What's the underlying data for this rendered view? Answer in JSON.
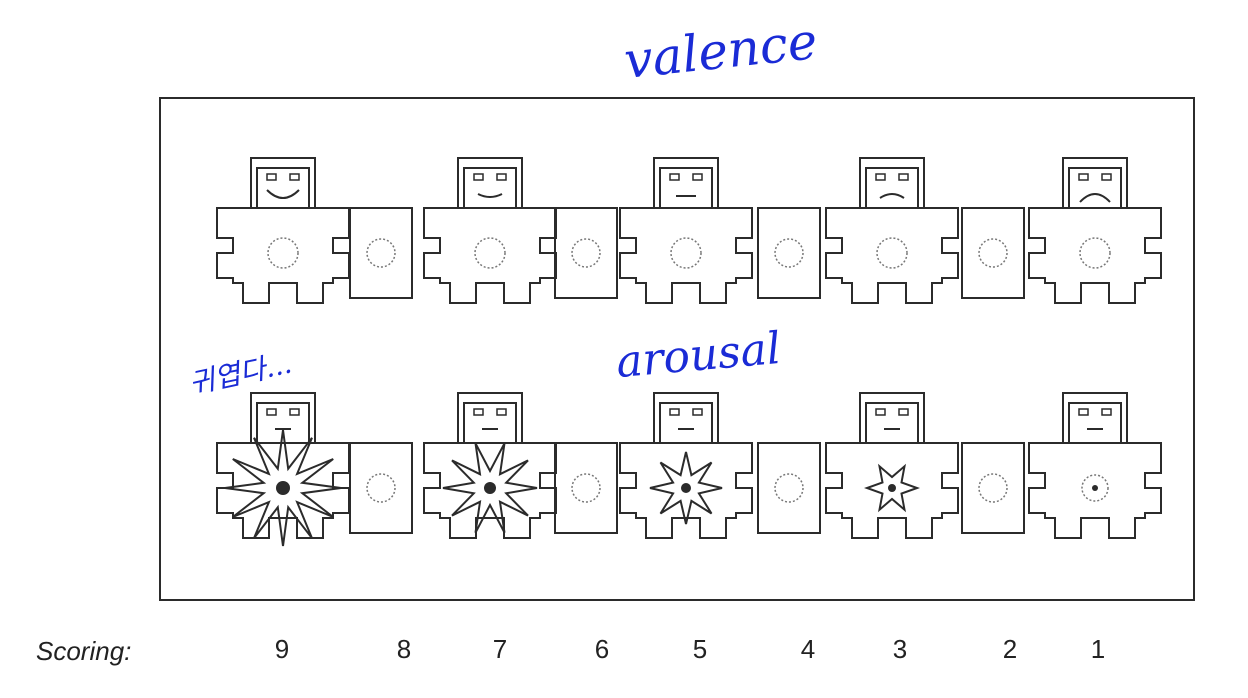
{
  "annotations": {
    "valence": "valence",
    "arousal": "arousal",
    "note": "귀엽다..."
  },
  "scoring": {
    "label": "Scoring:",
    "values": [
      "9",
      "8",
      "7",
      "6",
      "5",
      "4",
      "3",
      "2",
      "1"
    ]
  },
  "rows": {
    "valence": {
      "figures": [
        {
          "score": 9,
          "mouth": "big-smile"
        },
        {
          "score": 7,
          "mouth": "smile"
        },
        {
          "score": 5,
          "mouth": "neutral"
        },
        {
          "score": 3,
          "mouth": "frown"
        },
        {
          "score": 1,
          "mouth": "big-frown"
        }
      ]
    },
    "arousal": {
      "figures": [
        {
          "score": 9,
          "intensity": 4
        },
        {
          "score": 7,
          "intensity": 3
        },
        {
          "score": 5,
          "intensity": 2
        },
        {
          "score": 3,
          "intensity": 1
        },
        {
          "score": 1,
          "intensity": 0
        }
      ]
    }
  },
  "colors": {
    "ink": "#2b2b2b",
    "pen": "#1a2bd6"
  }
}
